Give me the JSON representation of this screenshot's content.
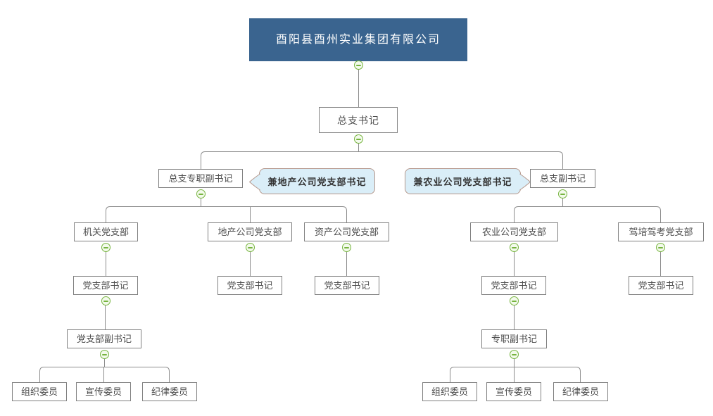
{
  "colors": {
    "root_bg": "#3a648f",
    "root_text": "#ffffff",
    "box_bg": "#ffffff",
    "box_border": "#808080",
    "box_text": "#4d4d4d",
    "line": "#8c8c8c",
    "collapse_border": "#76b43e",
    "collapse_bg": "#f3faec",
    "callout_bg": "#daeef8",
    "callout_border": "#b5978b",
    "callout_text": "#333333"
  },
  "nodes": {
    "company": "酉阳县酉州实业集团有限公司",
    "general_branch_secretary": "总支书记",
    "full_time_deputy_general_secretary": "总支专职副书记",
    "deputy_general_secretary": "总支副书记",
    "branch_jiguan": "机关党支部",
    "branch_dichan": "地产公司党支部",
    "branch_zichan": "资产公司党支部",
    "branch_nongye": "农业公司党支部",
    "branch_jiapei": "驾培驾考党支部",
    "branch_secretary": "党支部书记",
    "branch_deputy_secretary": "党支部副书记",
    "full_time_deputy": "专职副书记",
    "committee_organization": "组织委员",
    "committee_publicity": "宣传委员",
    "committee_discipline": "纪律委员"
  },
  "callouts": {
    "left_note": "兼地产公司党支部书记",
    "right_note": "兼农业公司党支部书记"
  }
}
